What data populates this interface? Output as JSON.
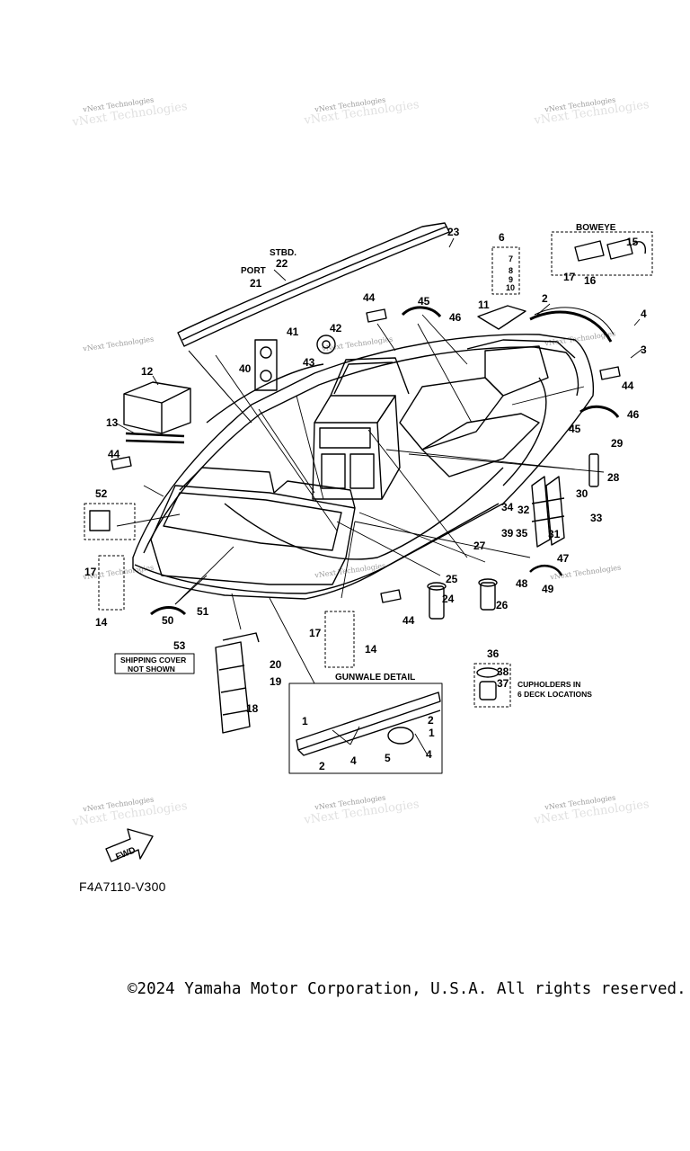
{
  "diagram": {
    "watermark": "vNext Technologies",
    "labels": {
      "stbd": "STBD.",
      "port": "PORT",
      "boweye": "BOWEYE",
      "gunwale_detail": "GUNWALE DETAIL",
      "shipping_line1": "SHIPPING COVER",
      "shipping_line2": "NOT SHOWN",
      "cupholders_line1": "CUPHOLDERS IN",
      "cupholders_line2": "6 DECK LOCATIONS",
      "fwd": "FWD"
    },
    "callouts": {
      "c1": "1",
      "c2": "2",
      "c3": "3",
      "c4": "4",
      "c5": "5",
      "c6": "6",
      "c7": "7",
      "c8": "8",
      "c9": "9",
      "c10": "10",
      "c11": "11",
      "c12": "12",
      "c13": "13",
      "c14": "14",
      "c15": "15",
      "c16": "16",
      "c17": "17",
      "c18": "18",
      "c19": "19",
      "c20": "20",
      "c21": "21",
      "c22": "22",
      "c23": "23",
      "c24": "24",
      "c25": "25",
      "c26": "26",
      "c27": "27",
      "c28": "28",
      "c29": "29",
      "c30": "30",
      "c31": "31",
      "c32": "32",
      "c33": "33",
      "c34": "34",
      "c35": "35",
      "c36": "36",
      "c37": "37",
      "c38": "38",
      "c39": "39",
      "c40": "40",
      "c41": "41",
      "c42": "42",
      "c43": "43",
      "c44": "44",
      "c45": "45",
      "c46": "46",
      "c47": "47",
      "c48": "48",
      "c49": "49",
      "c50": "50",
      "c51": "51",
      "c52": "52",
      "c53": "53"
    },
    "part_code": "F4A7110-V300"
  },
  "footer": {
    "copyright": "©2024 Yamaha Motor Corporation, U.S.A. All rights reserved."
  }
}
